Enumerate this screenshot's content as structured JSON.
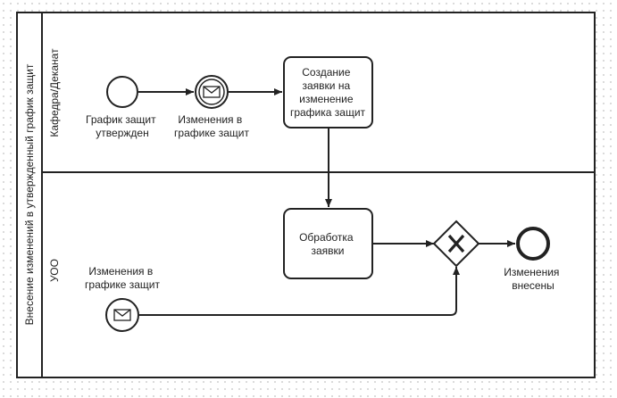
{
  "pool": {
    "label": "Внесение изменений в утвержденный график защит"
  },
  "lanes": [
    {
      "label": "Кафедра/Деканат"
    },
    {
      "label": "УОО"
    }
  ],
  "elements": {
    "start_event": {
      "label_lines": [
        "График защит",
        "утвержден"
      ]
    },
    "intermediate_catch": {
      "label_lines": [
        "Изменения в",
        "графике защит"
      ]
    },
    "task_create": {
      "label_lines": [
        "Создание",
        "заявки на",
        "изменение",
        "графика защит"
      ]
    },
    "task_process": {
      "label_lines": [
        "Обработка",
        "заявки"
      ]
    },
    "message_start": {
      "label_lines": [
        "Изменения в",
        "графике защит"
      ]
    },
    "gateway": {
      "type": "exclusive",
      "symbol": "X"
    },
    "end_event": {
      "label_lines": [
        "Изменения",
        "внесены"
      ]
    }
  },
  "colors": {
    "stroke": "#222222",
    "fill": "#ffffff"
  }
}
